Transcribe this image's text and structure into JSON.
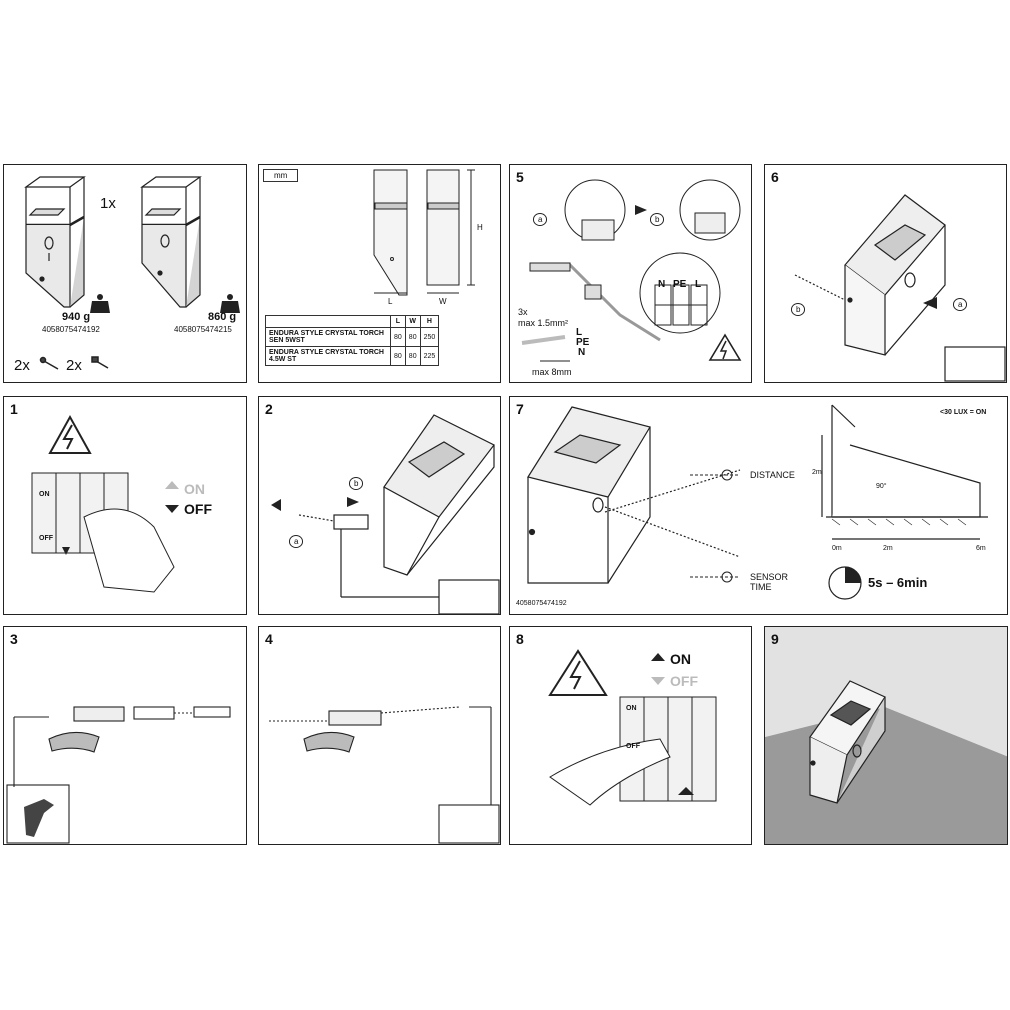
{
  "panel1": {
    "quantity": "1x",
    "weight_a": "940 g",
    "code_a": "4058075474192",
    "weight_b": "860 g",
    "code_b": "4058075474215",
    "screws_count": "2x",
    "plugs_count": "2x"
  },
  "panel2": {
    "unit": "mm",
    "dim_l": "L",
    "dim_w": "W",
    "dim_h": "H",
    "table": {
      "headers": [
        "L",
        "W",
        "H"
      ],
      "rows": [
        {
          "name": "ENDURA STYLE CRYSTAL TORCH SEN 5WST",
          "l": "80",
          "w": "80",
          "h": "250"
        },
        {
          "name": "ENDURA STYLE CRYSTAL TORCH 4.5W ST",
          "l": "80",
          "w": "80",
          "h": "225"
        }
      ]
    }
  },
  "panel5": {
    "step": "5",
    "label_a": "a",
    "label_b": "b",
    "wire_count": "3x",
    "wire_section": "max 1.5mm²",
    "wire_l": "L",
    "wire_pe": "PE",
    "wire_n": "N",
    "strip_length": "max 8mm",
    "terminal_n": "N",
    "terminal_pe": "PE",
    "terminal_l": "L"
  },
  "panel6": {
    "step": "6",
    "label_a": "a",
    "label_b": "b"
  },
  "panel1_step": {
    "step": "1",
    "on": "ON",
    "off": "OFF",
    "switch_on": "ON",
    "switch_off": "OFF"
  },
  "panel2_step": {
    "step": "2",
    "label_a": "a",
    "label_b": "b"
  },
  "panel7": {
    "step": "7",
    "lux": "<30 LUX = ON",
    "distance": "DISTANCE",
    "sensor_time_1": "SENSOR",
    "sensor_time_2": "TIME",
    "time_range": "5s – 6min",
    "height": "2m",
    "angle": "90°",
    "x0": "0m",
    "x1": "2m",
    "x2": "6m",
    "code": "4058075474192"
  },
  "panel3": {
    "step": "3"
  },
  "panel4": {
    "step": "4"
  },
  "panel8": {
    "step": "8",
    "on": "ON",
    "off": "OFF",
    "switch_on": "ON",
    "switch_off": "OFF"
  },
  "panel9": {
    "step": "9"
  }
}
